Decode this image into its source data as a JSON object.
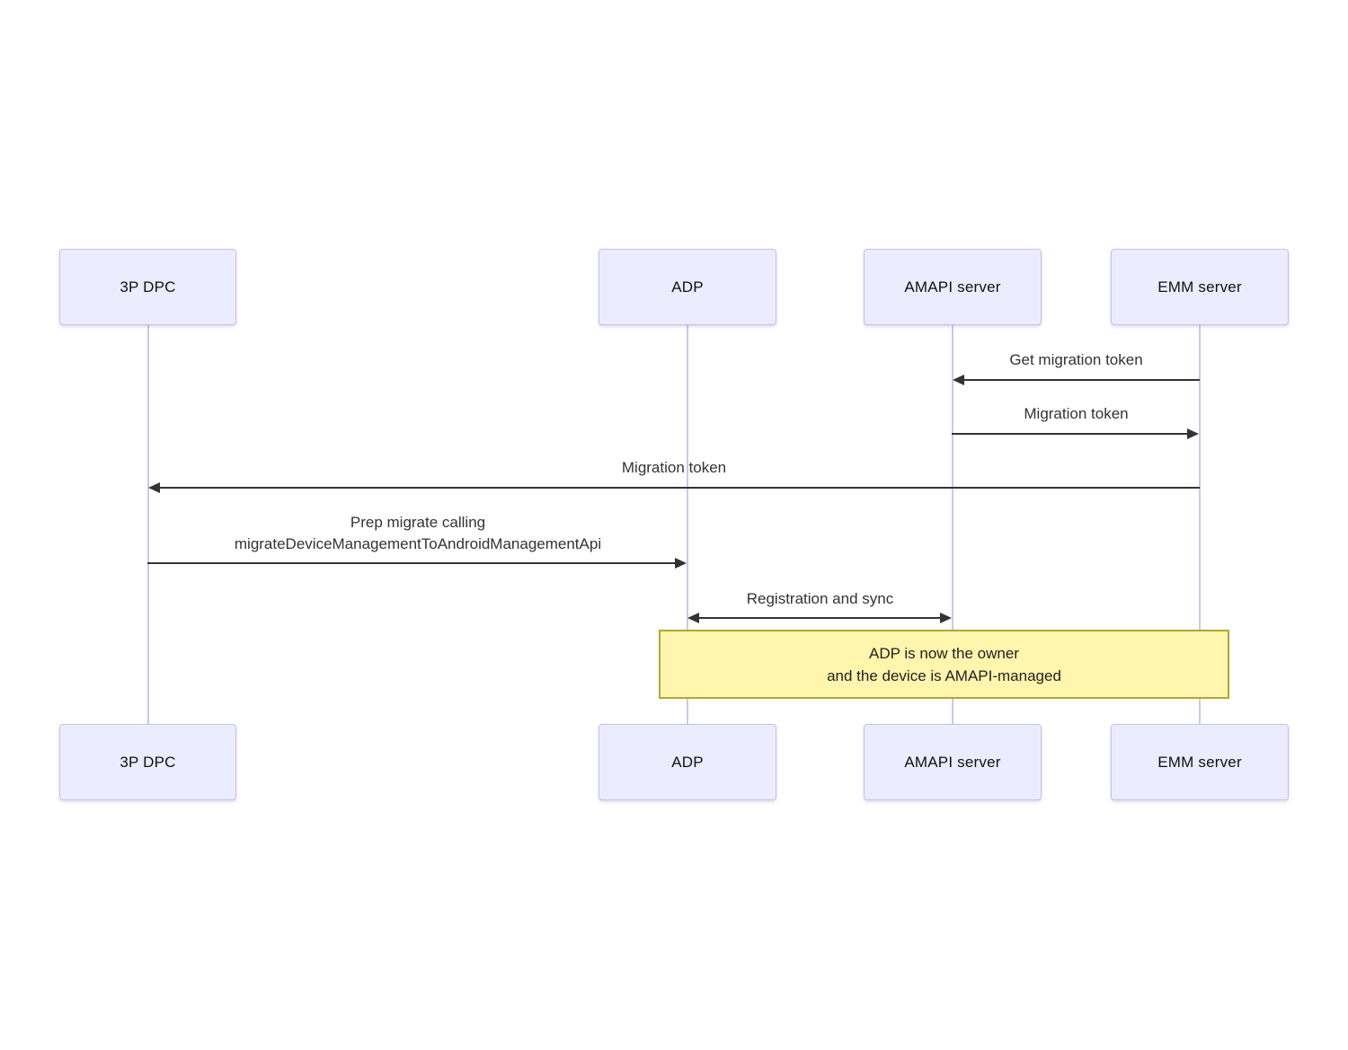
{
  "diagram_type": "sequence",
  "actors": [
    {
      "id": "3p-dpc",
      "label": "3P DPC"
    },
    {
      "id": "adp",
      "label": "ADP"
    },
    {
      "id": "amapi-server",
      "label": "AMAPI server"
    },
    {
      "id": "emm-server",
      "label": "EMM server"
    }
  ],
  "messages": [
    {
      "from": "EMM server",
      "to": "AMAPI server",
      "direction": "left",
      "lines": [
        "Get migration token"
      ]
    },
    {
      "from": "AMAPI server",
      "to": "EMM server",
      "direction": "right",
      "lines": [
        "Migration token"
      ]
    },
    {
      "from": "EMM server",
      "to": "3P DPC",
      "direction": "left",
      "lines": [
        "Migration token"
      ]
    },
    {
      "from": "3P DPC",
      "to": "ADP",
      "direction": "right",
      "lines": [
        "Prep migrate calling",
        "migrateDeviceManagementToAndroidManagementApi"
      ]
    },
    {
      "from": "ADP",
      "to": "AMAPI server",
      "direction": "both",
      "lines": [
        "Registration and sync"
      ]
    }
  ],
  "note": {
    "over": [
      "ADP",
      "EMM server"
    ],
    "lines": [
      "ADP is now the owner",
      "and the device is AMAPI-managed"
    ]
  },
  "colors": {
    "background": "#FFFFFF",
    "actor_fill": "#ECECFF",
    "actor_border": "#C8BFEA",
    "lifeline": "#CFC6EB",
    "signal": "#333333",
    "note_fill": "#FFF5AD",
    "note_border": "#AAAA33"
  }
}
